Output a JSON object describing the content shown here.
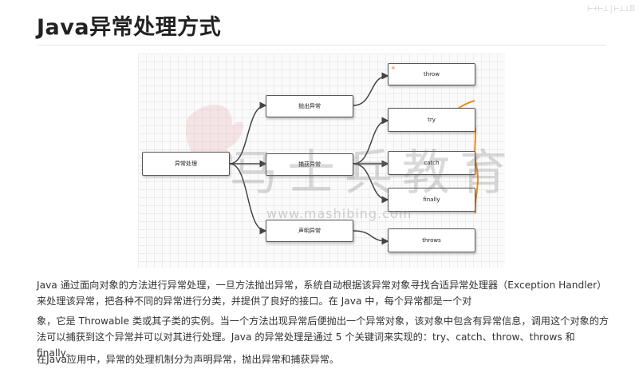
{
  "page": {
    "title": "Java异常处理方式",
    "corner_text": "⊢+⊢⊥|⊢⊥⊥B"
  },
  "diagram": {
    "root": "异常处理",
    "branches": [
      {
        "label": "抛出异常",
        "children": [
          "throw"
        ]
      },
      {
        "label": "捕获异常",
        "children": [
          "try",
          "catch",
          "finally"
        ]
      },
      {
        "label": "声明异常",
        "children": [
          "throws"
        ]
      }
    ],
    "plus_icon": "+",
    "annotation_color": "#f08c1a"
  },
  "watermark": {
    "text": "马士兵教育",
    "url": "www.mashibing.com"
  },
  "paragraphs": [
    "Java 通过面向对象的方法进行异常处理，一旦方法抛出异常，系统自动根据该异常对象寻找合适异常处理器（Exception Handler）来处理该异常，把各种不同的异常进行分类，并提供了良好的接口。在 Java 中，每个异常都是一个对",
    "象，它是 Throwable 类或其子类的实例。当一个方法出现异常后便抛出一个异常对象，该对象中包含有异常信息，调用这个对象的方法可以捕获到这个异常并可以对其进行处理。Java 的异常处理是通过 5 个关键词来实现的：try、catch、throw、throws 和 finally。",
    "在Java应用中，异常的处理机制分为声明异常，抛出异常和捕获异常。"
  ]
}
